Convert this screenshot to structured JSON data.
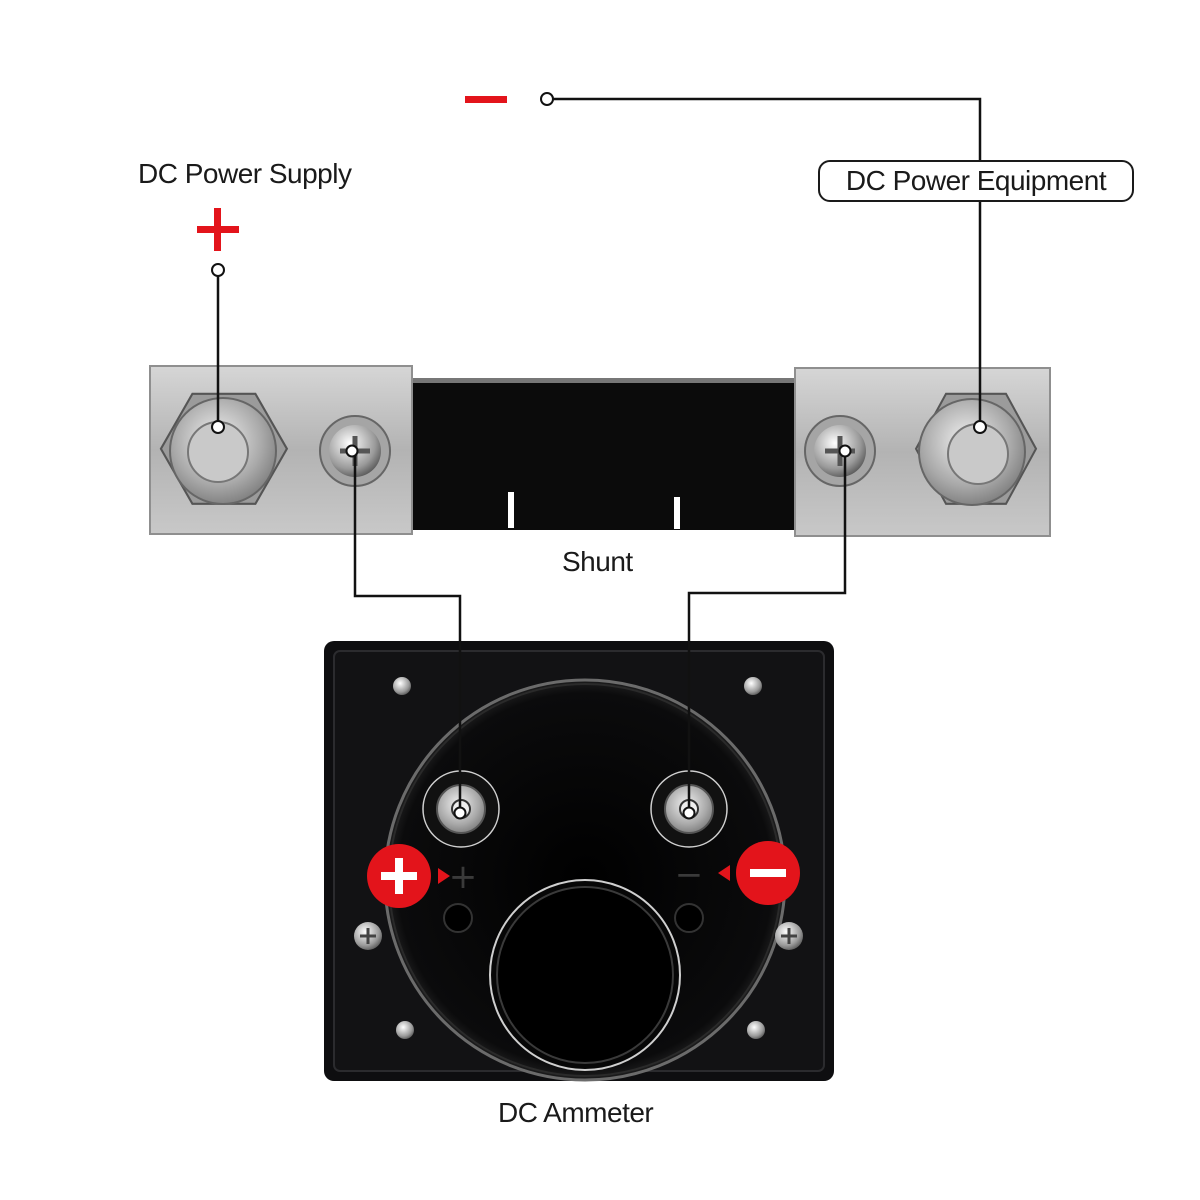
{
  "labels": {
    "supply": "DC Power Supply",
    "equipment": "DC Power Equipment",
    "shunt": "Shunt",
    "ammeter": "DC Ammeter",
    "meter_plus": "+",
    "meter_minus": "−"
  },
  "colors": {
    "accent_red": "#e3141b",
    "wire": "#111111",
    "shunt_plate": "#b9b9b9",
    "meter_body": "#0e0e10"
  },
  "icons": {
    "supply_polarity": "plus-icon",
    "equipment_polarity": "minus-icon",
    "meter_positive": "plus-circle-icon",
    "meter_negative": "minus-circle-icon"
  }
}
